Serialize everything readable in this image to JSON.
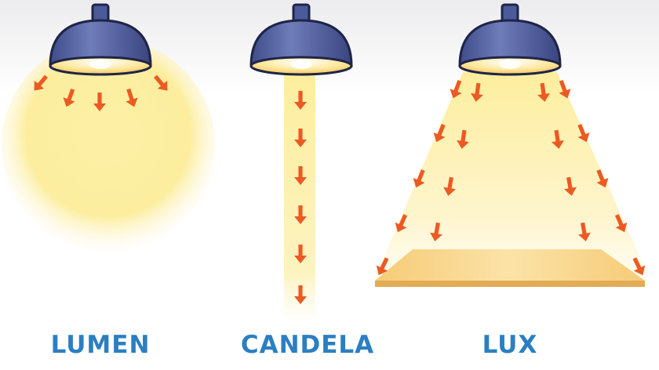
{
  "labels": {
    "lumen": "LUMEN",
    "candela": "CANDELA",
    "lux": "LUX"
  },
  "colors": {
    "lamp_shade": "#4a5a9a",
    "lamp_outline": "#1f2547",
    "light_glow": "#fbeb9a",
    "arrow": "#ec5a24",
    "label": "#2b7fc1",
    "surface": "#f4c772"
  }
}
